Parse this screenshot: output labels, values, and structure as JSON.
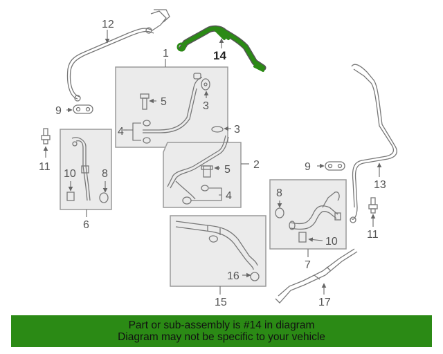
{
  "diagram": {
    "highlighted_part": "14",
    "highlight_color": "#2b8a15",
    "callouts": {
      "c1": "1",
      "c2": "2",
      "c3a": "3",
      "c3b": "3",
      "c4a": "4",
      "c4b": "4",
      "c5a": "5",
      "c5b": "5",
      "c6": "6",
      "c7": "7",
      "c8a": "8",
      "c8b": "8",
      "c9a": "9",
      "c9b": "9",
      "c10a": "10",
      "c10b": "10",
      "c11a": "11",
      "c11b": "11",
      "c12": "12",
      "c13": "13",
      "c14": "14",
      "c15": "15",
      "c16": "16",
      "c17": "17"
    }
  },
  "banner": {
    "line1": "Part or sub-assembly is #14 in diagram",
    "line2": "Diagram may not be specific to your vehicle",
    "color": "#2b8a15"
  }
}
